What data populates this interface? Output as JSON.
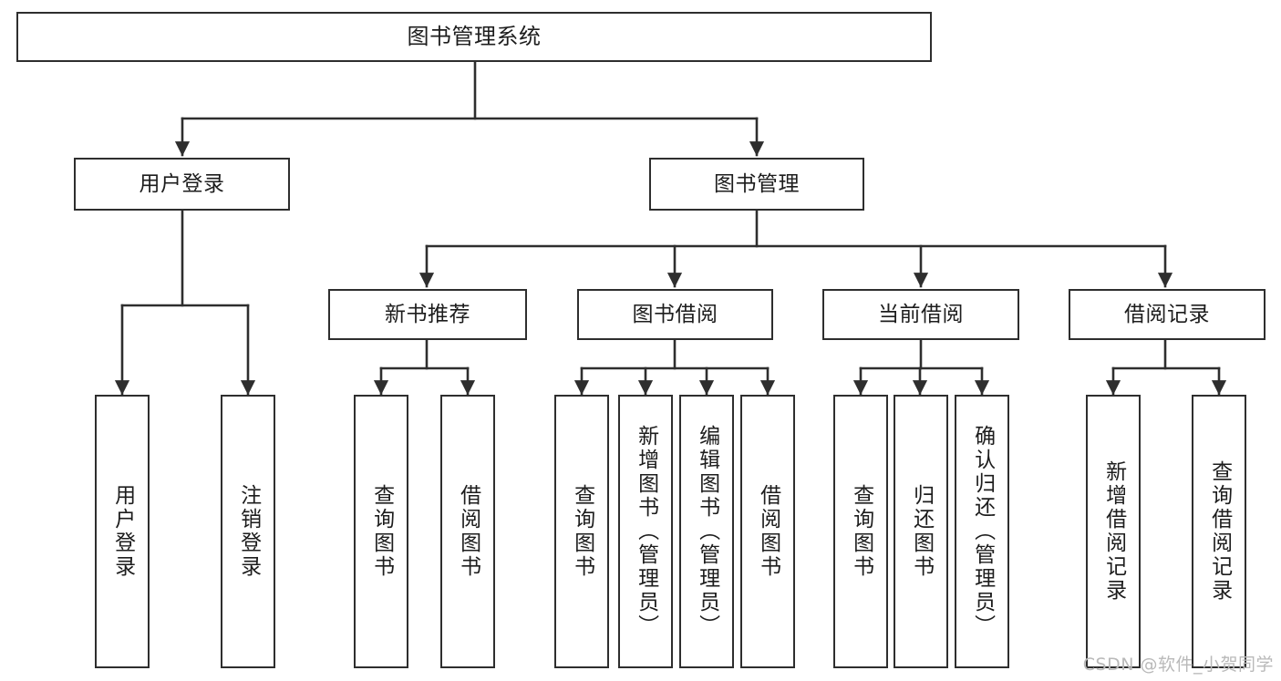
{
  "diagram": {
    "title": "图书管理系统",
    "type": "tree",
    "stroke_color": "#2e2e2e",
    "fill_color": "#ffffff",
    "text_color": "#1d1d1d"
  },
  "nodes": {
    "root": {
      "label": "图书管理系统"
    },
    "level2": [
      {
        "label": "用户登录"
      },
      {
        "label": "图书管理"
      }
    ],
    "level3": [
      {
        "label": "新书推荐"
      },
      {
        "label": "图书借阅"
      },
      {
        "label": "当前借阅"
      },
      {
        "label": "借阅记录"
      }
    ],
    "leaves": {
      "user_login": [
        {
          "label": "用户登录"
        },
        {
          "label": "注销登录"
        }
      ],
      "new_book_recommend": [
        {
          "label": "查询图书"
        },
        {
          "label": "借阅图书"
        }
      ],
      "book_borrow": [
        {
          "label": "查询图书"
        },
        {
          "label": "新增图书（管理员）"
        },
        {
          "label": "编辑图书（管理员）"
        },
        {
          "label": "借阅图书"
        }
      ],
      "current_borrow": [
        {
          "label": "查询图书"
        },
        {
          "label": "归还图书"
        },
        {
          "label": "确认归还（管理员）"
        }
      ],
      "borrow_record": [
        {
          "label": "新增借阅记录"
        },
        {
          "label": "查询借阅记录"
        }
      ]
    }
  },
  "watermark": {
    "text": "CSDN @软件_小贺同学"
  }
}
